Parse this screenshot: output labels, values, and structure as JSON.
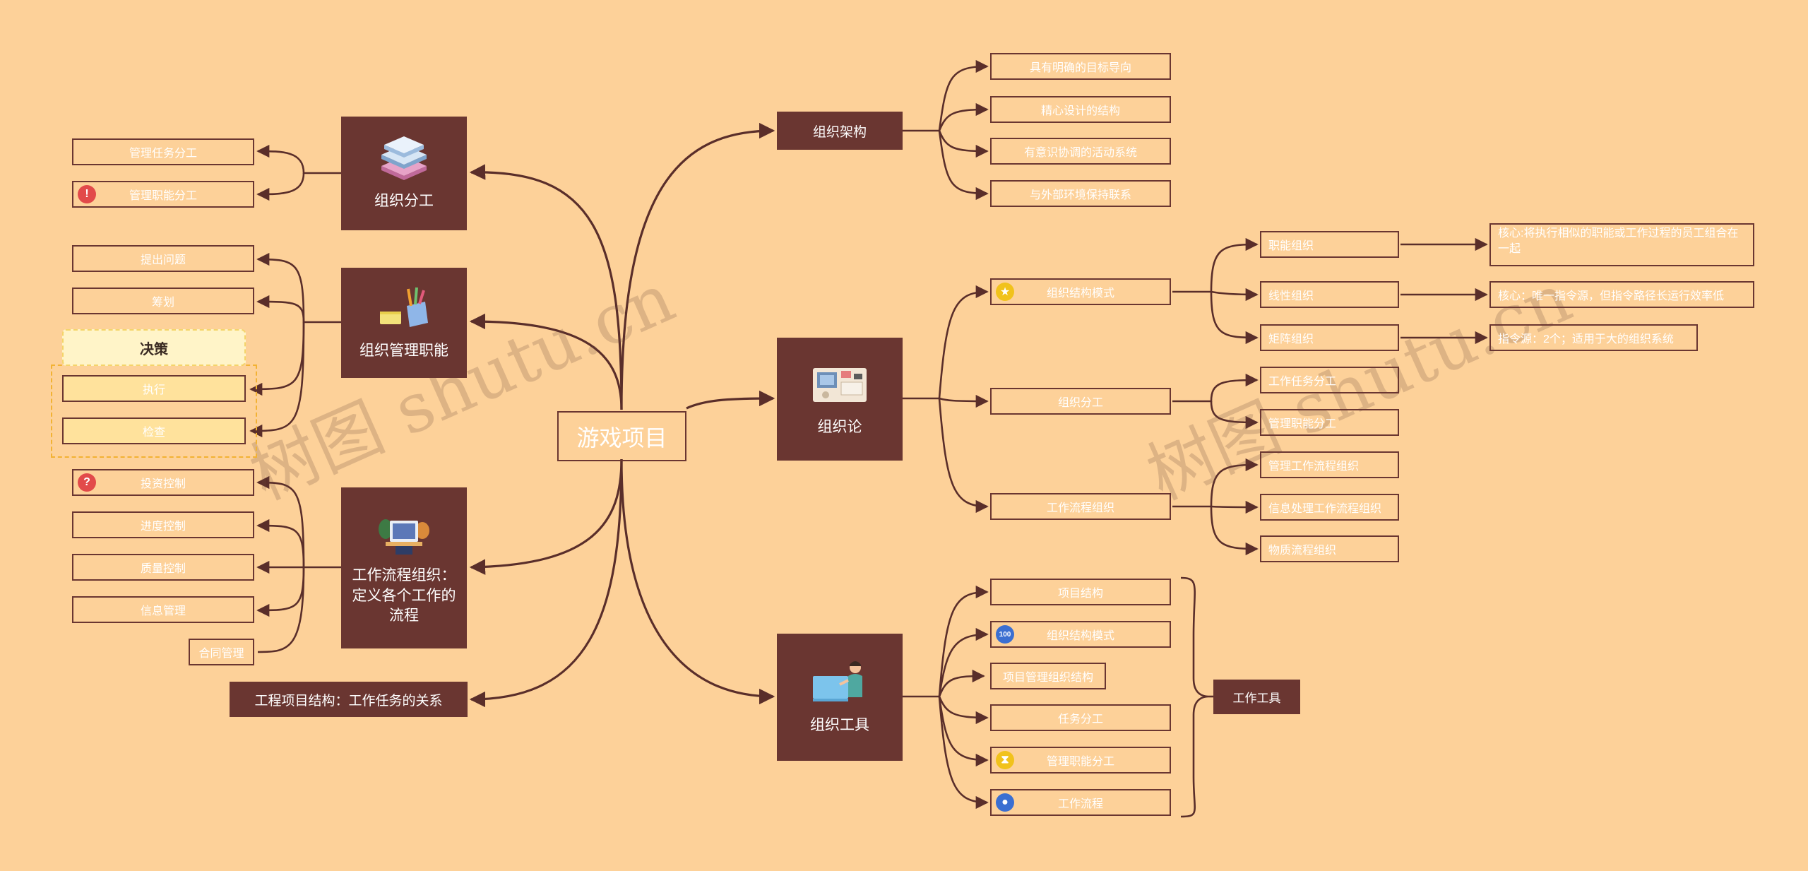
{
  "root": "游戏项目",
  "watermark": "树图 shutu.cn",
  "left": {
    "fengong": {
      "title": "组织分工",
      "items": [
        "管理任务分工",
        "管理职能分工"
      ]
    },
    "zhineng": {
      "title": "组织管理职能",
      "items": [
        "提出问题",
        "筹划",
        "决策",
        "执行",
        "检查"
      ]
    },
    "liucheng": {
      "title": "工作流程组织：定义各个工作的流程",
      "items": [
        "投资控制",
        "进度控制",
        "质量控制",
        "信息管理",
        "合同管理"
      ]
    },
    "gongcheng": "工程项目结构：工作任务的关系"
  },
  "right": {
    "jiagou": {
      "title": "组织架构",
      "items": [
        "具有明确的目标导向",
        "精心设计的结构",
        "有意识协调的活动系统",
        "与外部环境保持联系"
      ]
    },
    "lun": {
      "title": "组织论",
      "moshi": {
        "label": "组织结构模式",
        "children": [
          "职能组织",
          "线性组织",
          "矩阵组织"
        ],
        "notes": [
          "核心:将执行相似的职能或工作过程的员工组合在一起",
          "核心：唯一指令源，但指令路径长运行效率低",
          "指令源：2个；适用于大的组织系统"
        ]
      },
      "fengong": {
        "label": "组织分工",
        "children": [
          "工作任务分工",
          "管理职能分工"
        ]
      },
      "liucheng": {
        "label": "工作流程组织",
        "children": [
          "管理工作流程组织",
          "信息处理工作流程组织",
          "物质流程组织"
        ]
      }
    },
    "gongju": {
      "title": "组织工具",
      "items": [
        "项目结构",
        "组织结构模式",
        "项目管理组织结构",
        "任务分工",
        "管理职能分工",
        "工作流程"
      ],
      "summary": "工作工具"
    }
  },
  "colors": {
    "background": "#FDD199",
    "node": "#6A3631",
    "line": "#5A2E2A"
  },
  "icons": {
    "warning": "exclamation-icon",
    "question": "question-icon",
    "star": "star-icon",
    "hundred": "hundred-icon",
    "hourglass": "hourglass-icon",
    "user": "user-icon"
  }
}
